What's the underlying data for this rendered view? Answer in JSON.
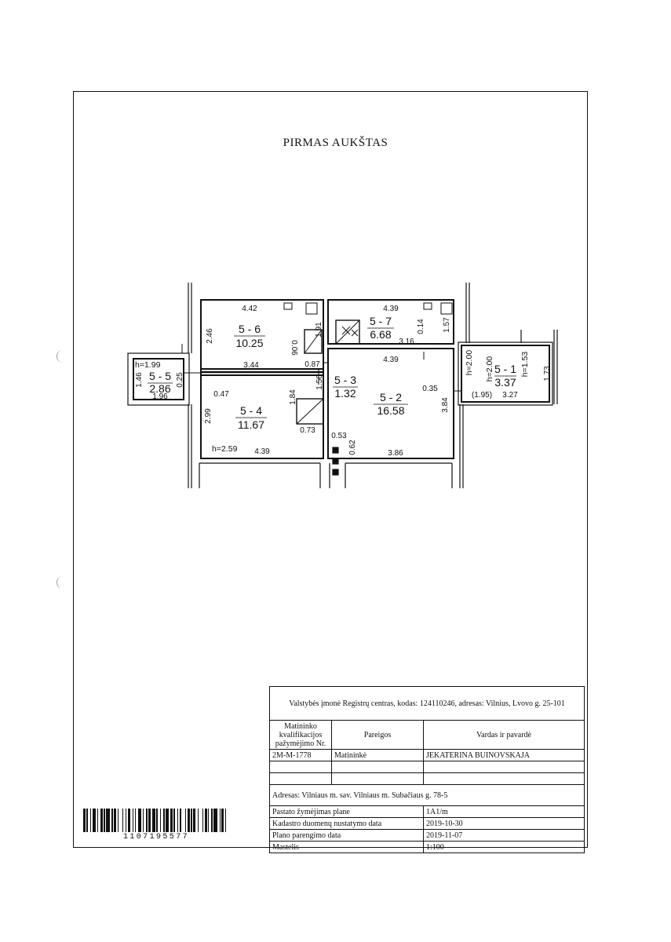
{
  "title": "PIRMAS AUKŠTAS",
  "rooms": [
    {
      "id": "5 - 6",
      "area": "10.25"
    },
    {
      "id": "5 - 7",
      "area": "6.68"
    },
    {
      "id": "5 - 5",
      "area": "2.86"
    },
    {
      "id": "5 - 3",
      "area": "1.32"
    },
    {
      "id": "5 - 2",
      "area": "16.58"
    },
    {
      "id": "5 - 1",
      "area": "3.37"
    },
    {
      "id": "5 - 4",
      "area": "11.67"
    }
  ],
  "dimensions": {
    "r56_width": "4.42",
    "r56_depth": "2.46",
    "r56_side": "1.91",
    "r56_gap": "0.06",
    "r57_width": "4.39",
    "r57_depth": "1.57",
    "r57_small": "0.14",
    "r57_inner": "3.16",
    "r52_top": "4.39",
    "wall_344": "3.44",
    "wall_087": "0.87",
    "r55_h": "h=1.99",
    "r55_side": "1.46",
    "r55_bot": "1.96",
    "r55_gap": "0.25",
    "r53_side": "1.56",
    "r52_gap": "0.35",
    "r52_depth": "3.84",
    "r51_h1": "h=2.00",
    "r51_h2": "h=2.00",
    "r51_h3": "h=1.53",
    "r51_side": "1.73",
    "r51_bot1": "(1.95)",
    "r51_bot2": "3.27",
    "r54_047": "0.47",
    "r54_184": "1.84",
    "r54_299": "2.99",
    "r54_073": "0.73",
    "r54_h": "h=2.59",
    "r54_bot": "4.39",
    "r52_053": "0.53",
    "r52_062": "0.62",
    "r52_bot": "3.86"
  },
  "titleblock": {
    "header": "Valstybės įmonė Registrų centras, kodas: 124110246, adresas: Vilnius, Lvovo g. 25-101",
    "col1": "Matininko kvalifikacijos pažymėjimo Nr.",
    "col2": "Pareigos",
    "col3": "Vardas ir pavardė",
    "cert_no": "2M-M-1778",
    "position": "Matininkė",
    "name": "JEKATERINA BUINOVSKAJA",
    "address": "Adresas: Vilniaus m. sav. Vilniaus m. Subačiaus g. 78-5",
    "rows": [
      {
        "label": "Pastato žymėjimas plane",
        "value": "1A1/m"
      },
      {
        "label": "Kadastro duomenų nustatymo data",
        "value": "2019-10-30"
      },
      {
        "label": "Plano parengimo data",
        "value": "2019-11-07"
      },
      {
        "label": "Mastelis",
        "value": "1:100"
      }
    ]
  },
  "barcode_number": "1107195577"
}
